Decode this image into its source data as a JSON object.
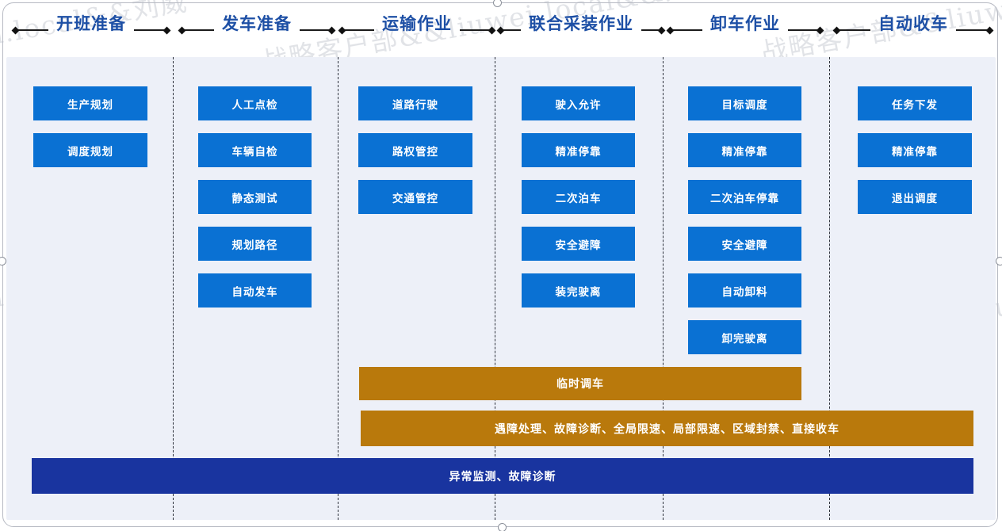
{
  "watermark": {
    "text": "战略客户部&&liuwei.local&&刘威"
  },
  "phases": [
    {
      "label": "开班准备",
      "tasks": [
        "生产规划",
        "调度规划"
      ]
    },
    {
      "label": "发车准备",
      "tasks": [
        "人工点检",
        "车辆自检",
        "静态测试",
        "规划路径",
        "自动发车"
      ]
    },
    {
      "label": "运输作业",
      "tasks": [
        "道路行驶",
        "路权管控",
        "交通管控"
      ]
    },
    {
      "label": "联合采装作业",
      "tasks": [
        "驶入允许",
        "精准停靠",
        "二次泊车",
        "安全避障",
        "装完驶离"
      ]
    },
    {
      "label": "卸车作业",
      "tasks": [
        "目标调度",
        "精准停靠",
        "二次泊车停靠",
        "安全避障",
        "自动卸料",
        "卸完驶离"
      ]
    },
    {
      "label": "自动收车",
      "tasks": [
        "任务下发",
        "精准停靠",
        "退出调度"
      ]
    }
  ],
  "bars": {
    "temporary_dispatch": {
      "label": "临时调车"
    },
    "exception_handling": {
      "label": "遇障处理、故障诊断、全局限速、局部限速、区域封禁、直接收车"
    },
    "monitoring": {
      "label": "异常监测、故障诊断"
    }
  },
  "colors": {
    "task_blue": "#0a71d3",
    "bar_orange": "#b9790c",
    "bar_navy": "#19349f",
    "phase_title_blue": "#1d4fa5",
    "panel_bg": "#edf0f8"
  }
}
